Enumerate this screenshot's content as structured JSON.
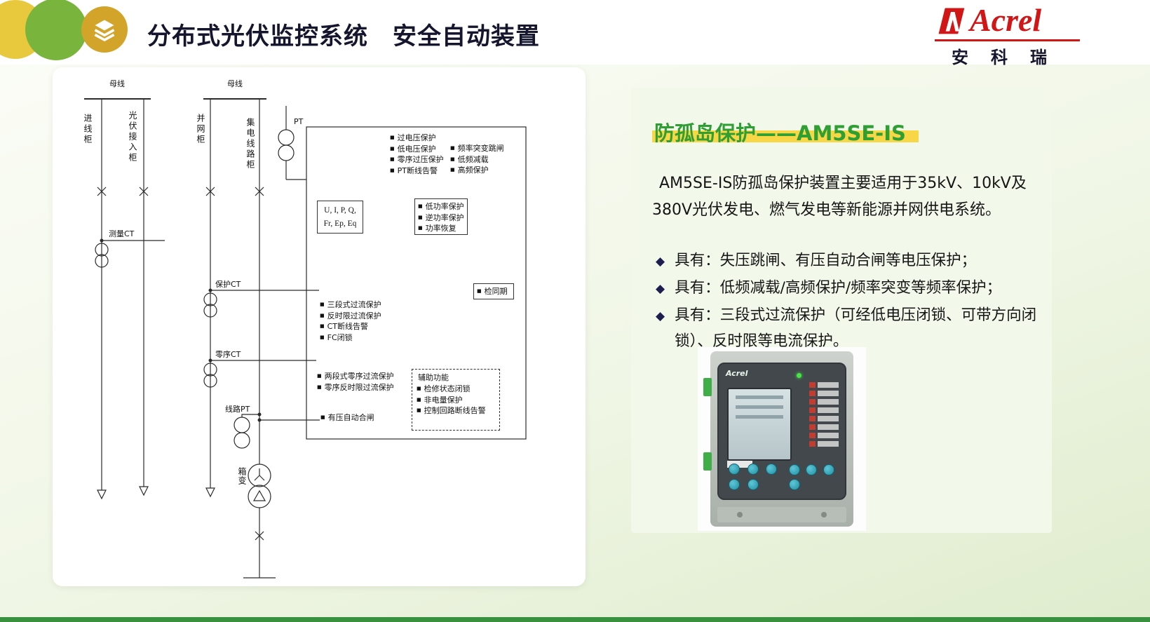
{
  "colors": {
    "accent-green": "#2f9e33",
    "highlight-yellow": "#f8d747",
    "brand-red": "#d01616"
  },
  "header": {
    "title": "分布式光伏监控系统　安全自动装置",
    "logo": {
      "brand": "Acrel",
      "brand_cn": "安科瑞"
    }
  },
  "diagram": {
    "busbar_labels": [
      "母线",
      "母线"
    ],
    "feeders": [
      "进线柜",
      "光伏接入柜",
      "并网柜",
      "集电线路柜"
    ],
    "pt_label": "PT",
    "measure_ct": "测量CT",
    "protect_ct": "保护CT",
    "zero_seq_ct": "零序CT",
    "line_pt": "线路PT",
    "box_transformer": "箱变",
    "voltage_protections": [
      "过电压保护",
      "低电压保护",
      "零序过压保护",
      "PT断线告警"
    ],
    "frequency_protections": [
      "频率突变跳闸",
      "低频减载",
      "高频保护"
    ],
    "measurement_box": [
      "U, I, P, Q,",
      "Fr, Ep, Eq"
    ],
    "power_protections": [
      "低功率保护",
      "逆功率保护",
      "功率恢复"
    ],
    "sync_check": "检同期",
    "current_protections": [
      "三段式过流保护",
      "反时限过流保护",
      "CT断线告警",
      "FC闭锁"
    ],
    "zero_seq_protections": [
      "两段式零序过流保护",
      "零序反时限过流保护"
    ],
    "auto_reclose": "有压自动合闸",
    "aux_box": {
      "title": "辅助功能",
      "items": [
        "检修状态闭锁",
        "非电量保护",
        "控制回路断线告警"
      ]
    }
  },
  "panel": {
    "title": "防孤岛保护——AM5SE-IS",
    "intro": "AM5SE-IS防孤岛保护装置主要适用于35kV、10kV及380V光伏发电、燃气发电等新能源并网供电系统。",
    "bullets": [
      "具有：失压跳闸、有压自动合闸等电压保护；",
      "具有：低频减载/高频保护/频率突变等频率保护；",
      "具有：三段式过流保护（可经低电压闭锁、可带方向闭锁）、反时限等电流保护。"
    ],
    "device_brand": "Acrel"
  }
}
